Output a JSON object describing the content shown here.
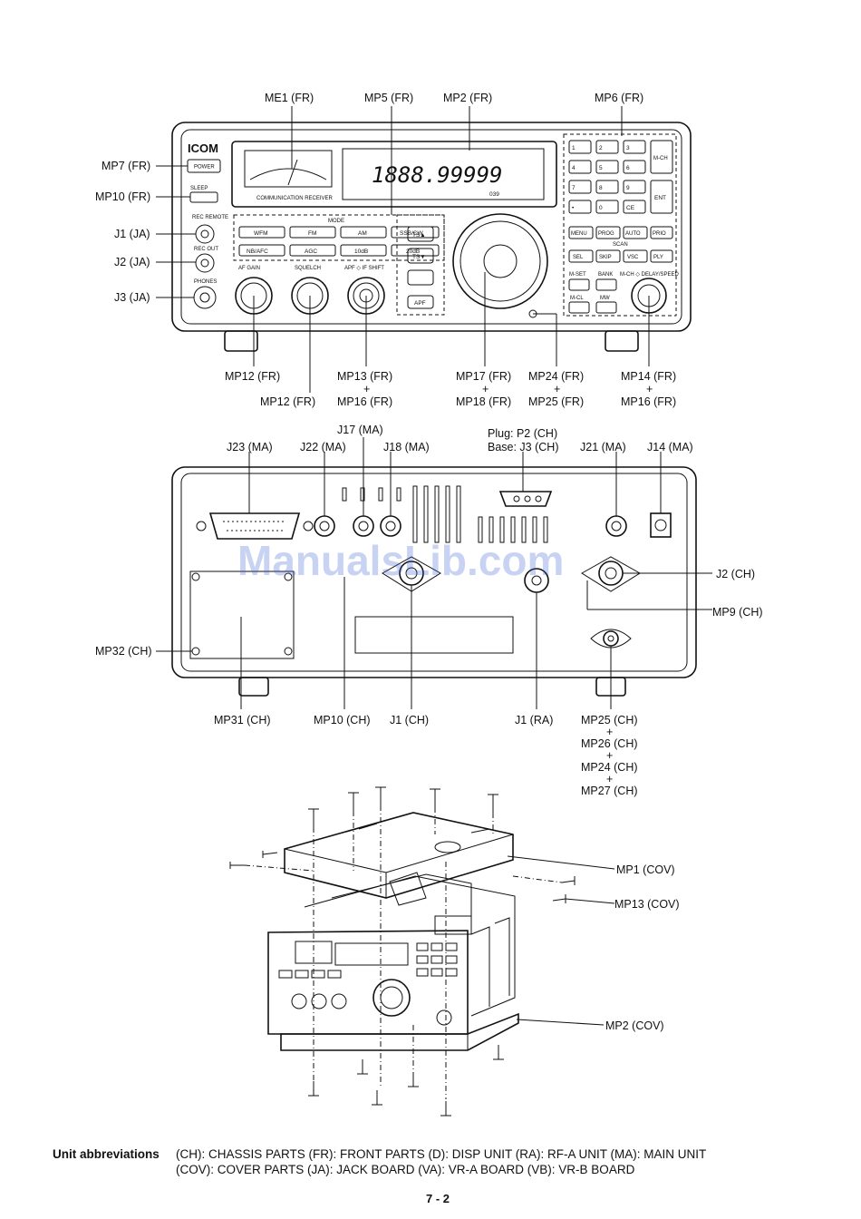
{
  "front_view": {
    "brand": "ICOM",
    "meter_caption": "COMMUNICATION RECEIVER",
    "display_freq": "1888.99999",
    "display_small": "039",
    "mode_title": "MODE",
    "mode_keys": [
      "WFM",
      "FM",
      "AM",
      "SSB/CW",
      "NB/AFC",
      "AGC",
      "10dB",
      "20dB"
    ],
    "knob_labels": [
      "AF GAIN",
      "SQUELCH",
      "APF ◇ IF SHIFT"
    ],
    "side_labels": [
      "SLEEP",
      "REC REMOTE",
      "REC OUT",
      "PHONES"
    ],
    "power_label": "POWER",
    "keypad": [
      "1",
      "2",
      "3",
      "4",
      "5",
      "6",
      "7",
      "8",
      "9",
      "•",
      "0",
      "CE"
    ],
    "ent_label": "ENT",
    "mch_label": "M-CH",
    "func_keys_row1": [
      "MENU",
      "PROG",
      "AUTO",
      "PRIO"
    ],
    "func_keys_row2": [
      "SEL",
      "SKIP",
      "VSC",
      "PLY"
    ],
    "scan_label": "SCAN",
    "small_keys": [
      "M-SET",
      "BANK",
      "M-CL",
      "MW"
    ],
    "dial_label": "M-CH ◇ DELAY/SPEED",
    "ts_keys": [
      "TS▲",
      "TS▼",
      "APF"
    ],
    "callouts": {
      "ME1": "ME1 (FR)",
      "MP5": "MP5 (FR)",
      "MP2": "MP2 (FR)",
      "MP6": "MP6 (FR)",
      "MP7": "MP7 (FR)",
      "MP10": "MP10 (FR)",
      "J1": "J1 (JA)",
      "J2": "J2 (JA)",
      "J3": "J3 (JA)",
      "MP12a": "MP12 (FR)",
      "MP12b": "MP12 (FR)",
      "MP13": "MP13 (FR)",
      "MP13_plus": "+",
      "MP16a": "MP16 (FR)",
      "MP17": "MP17 (FR)",
      "MP17_plus": "+",
      "MP18": "MP18 (FR)",
      "MP24": "MP24 (FR)",
      "MP24_plus": "+",
      "MP25": "MP25 (FR)",
      "MP14": "MP14 (FR)",
      "MP14_plus": "+",
      "MP16b": "MP16 (FR)"
    }
  },
  "rear_view": {
    "callouts": {
      "J17": "J17 (MA)",
      "Plug": "Plug: P2 (CH)",
      "Base": "Base: J3 (CH)",
      "J23": "J23 (MA)",
      "J22": "J22 (MA)",
      "J18": "J18 (MA)",
      "J21": "J21 (MA)",
      "J14": "J14 (MA)",
      "J2CH": "J2 (CH)",
      "MP9": "MP9 (CH)",
      "MP32": "MP32 (CH)",
      "MP31": "MP31 (CH)",
      "MP10CH": "MP10 (CH)",
      "J1CH": "J1 (CH)",
      "J1RA": "J1 (RA)",
      "MP25CH": "MP25 (CH)",
      "MP26CH": "MP26 (CH)",
      "MP24CH": "MP24 (CH)",
      "MP27CH": "MP27 (CH)",
      "plus": "+"
    }
  },
  "exploded_view": {
    "callouts": {
      "MP1COV": "MP1 (COV)",
      "MP13COV": "MP13 (COV)",
      "MP2COV": "MP2 (COV)"
    }
  },
  "watermark": "ManualsLib.com",
  "abbreviations": {
    "heading": "Unit abbreviations",
    "line1": "(CH): CHASSIS PARTS   (FR): FRONT PARTS   (D): DISP UNIT   (RA): RF-A UNIT   (MA): MAIN UNIT",
    "line2": "(COV): COVER PARTS   (JA): JACK BOARD   (VA): VR-A BOARD   (VB): VR-B BOARD"
  },
  "page_number": "7 - 2"
}
